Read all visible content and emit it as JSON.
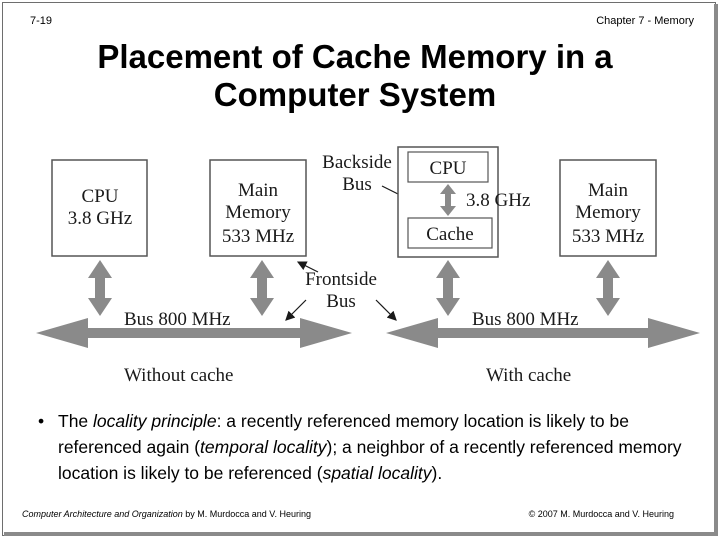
{
  "header": {
    "slide_number": "7-19",
    "chapter": "Chapter 7 - Memory",
    "title_line1": "Placement of Cache Memory in a",
    "title_line2": "Computer System"
  },
  "diagram": {
    "left": {
      "cpu_line1": "CPU",
      "cpu_line2": "3.8 GHz",
      "memory_line1": "Main",
      "memory_line2": "Memory",
      "memory_line3": "533 MHz",
      "bus_label": "Bus 800 MHz",
      "caption": "Without cache"
    },
    "right": {
      "backside_line1": "Backside",
      "backside_line2": "Bus",
      "cpu_label": "CPU",
      "cpu_speed": "3.8 GHz",
      "cache_label": "Cache",
      "memory_line1": "Main",
      "memory_line2": "Memory",
      "memory_line3": "533 MHz",
      "bus_label": "Bus 800 MHz",
      "caption": "With cache"
    },
    "frontside_line1": "Frontside",
    "frontside_line2": "Bus"
  },
  "bullet": {
    "part1": "The ",
    "term1": "locality principle",
    "part2": ": a recently referenced memory location is likely to be referenced again (",
    "term2": "temporal locality",
    "part3": "); a neighbor of a recently referenced memory location is likely to be referenced (",
    "term3": "spatial locality",
    "part4": ")."
  },
  "footer": {
    "book_title": "Computer Architecture and Organization",
    "authors": " by M. Murdocca and V. Heuring",
    "copyright": "© 2007 M. Murdocca and V. Heuring"
  },
  "colors": {
    "arrow_gray": "#8a8a8a",
    "box_border": "#555555"
  }
}
